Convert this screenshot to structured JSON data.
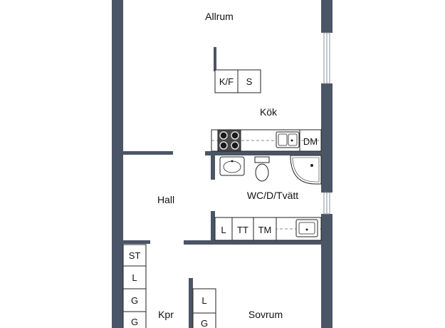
{
  "rooms": {
    "allrum": "Allrum",
    "kok": "Kök",
    "hall": "Hall",
    "wc": "WC/D/Tvätt",
    "kpr": "Kpr",
    "sovrum": "Sovrum"
  },
  "fixtures": {
    "kf": "K/F",
    "s": "S",
    "dm": "DM",
    "l": "L",
    "tt": "TT",
    "tm": "TM",
    "st": "ST",
    "closet_l": "L",
    "closet_g1": "G",
    "closet_g2": "G",
    "bed_l": "L",
    "bed_g": "G"
  },
  "colors": {
    "wall": "#4a5566",
    "line": "#222222",
    "window": "#b8c0c8"
  }
}
